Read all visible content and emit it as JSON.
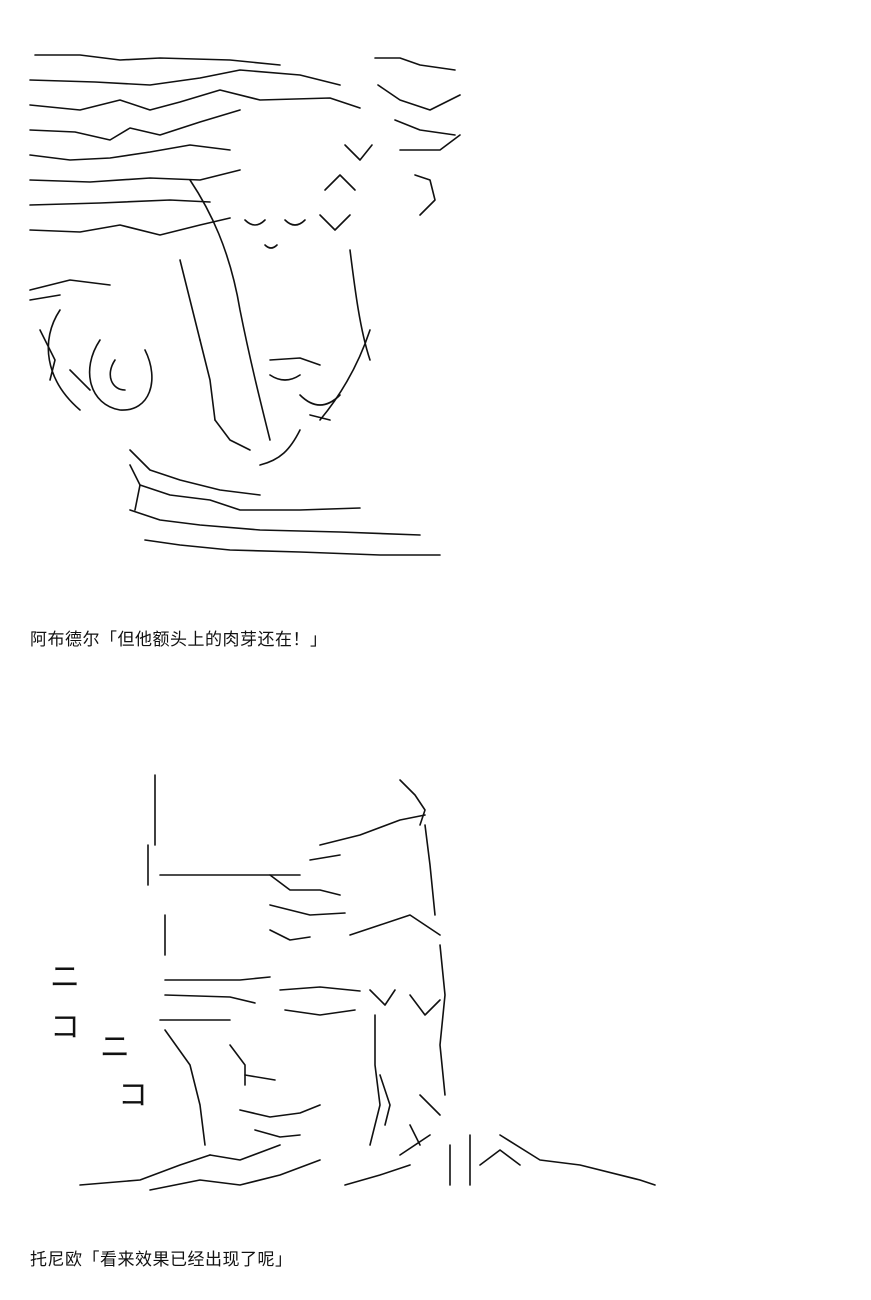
{
  "panels": [
    {
      "caption": "阿布德尔「但他额头上的肉芽还在！」"
    },
    {
      "caption": "托尼欧「看来效果已经出现了呢」",
      "art_text": {
        "ni_top": "ニ",
        "ko_top": "コ",
        "ni_bottom": "ニ",
        "ko_bottom": "コ"
      }
    }
  ]
}
